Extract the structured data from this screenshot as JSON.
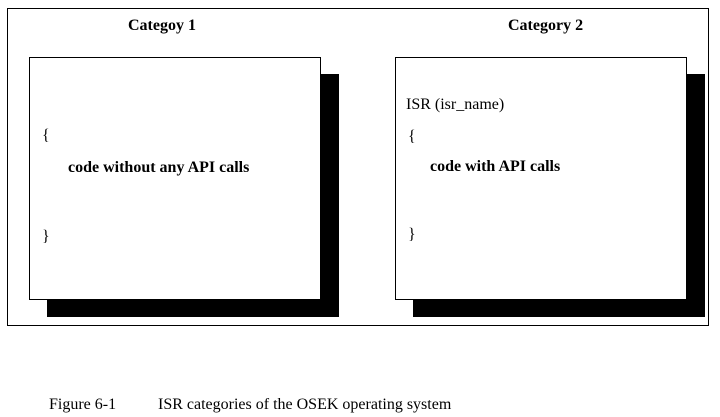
{
  "category1": {
    "title": "Categoy 1",
    "open_brace": "{",
    "body": "code without any API calls",
    "close_brace": "}"
  },
  "category2": {
    "title": "Category 2",
    "header": "ISR (isr_name)",
    "open_brace": "{",
    "body": "code with API calls",
    "close_brace": "}"
  },
  "caption": {
    "number": "Figure 6-1",
    "text": "ISR categories of the OSEK operating system"
  }
}
